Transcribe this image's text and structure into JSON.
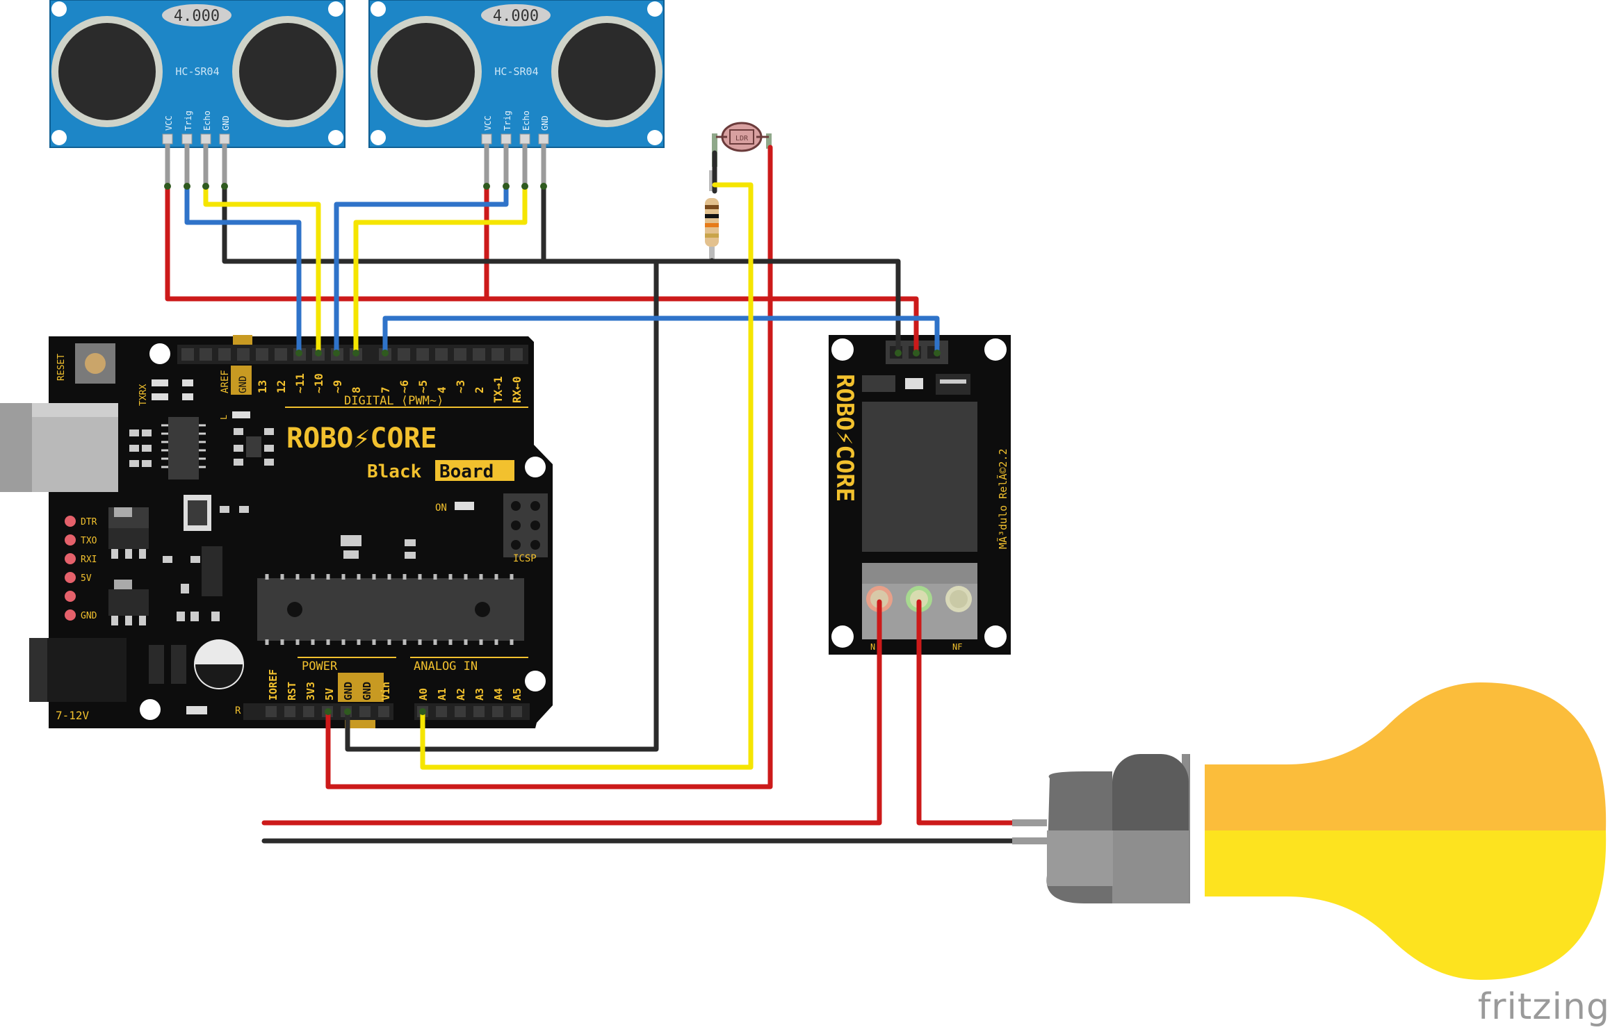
{
  "sensors": [
    {
      "display": "4.000",
      "model": "HC-SR04",
      "pins": [
        "VCC",
        "Trig",
        "Echo",
        "GND"
      ]
    },
    {
      "display": "4.000",
      "model": "HC-SR04",
      "pins": [
        "VCC",
        "Trig",
        "Echo",
        "GND"
      ]
    }
  ],
  "board": {
    "brand": "ROBO⚡CORE",
    "model_black": "Black",
    "model_board": "Board",
    "reset_label": "RESET",
    "txrx_label": "TXRX",
    "aref_label": "AREF",
    "gnd_label": "GND",
    "l_label": "L",
    "digital_label": "DIGITAL ⟨PWM∼⟩",
    "digital_pins": [
      "13",
      "12",
      "~11",
      "~10",
      "~9",
      "8",
      "7",
      "~6",
      "~5",
      "4",
      "~3",
      "2",
      "TX→1",
      "RX←0"
    ],
    "on_label": "ON",
    "icsp_label": "ICSP",
    "leds": [
      "DTR",
      "TXO",
      "RXI",
      "5V",
      "",
      "GND"
    ],
    "power_label": "POWER",
    "analog_label": "ANALOG IN",
    "power_pins": [
      "IOREF",
      "RST",
      "3V3",
      "5V",
      "GND",
      "GND",
      "Vin"
    ],
    "analog_pins": [
      "A0",
      "A1",
      "A2",
      "A3",
      "A4",
      "A5"
    ],
    "r_label": "R",
    "voltage_label": "7-12V"
  },
  "relay": {
    "brand": "ROBO⚡CORE",
    "title": "MÃ³dulo RelÃ©2.2",
    "terminal_left": "N",
    "terminal_right": "NF"
  },
  "ldr": {
    "label": "LDR"
  },
  "watermark": "fritzing",
  "colors": {
    "wire_red": "#cc1a1a",
    "wire_black": "#2b2b2b",
    "wire_blue": "#2f73c9",
    "wire_yellow": "#f5e500",
    "sensor_blue": "#1d86c7",
    "pcb_black": "#0d0d0d",
    "silk_yellow": "#f2c12e",
    "bulb_orange": "#fbbd3b",
    "bulb_yellow": "#fde31f"
  }
}
